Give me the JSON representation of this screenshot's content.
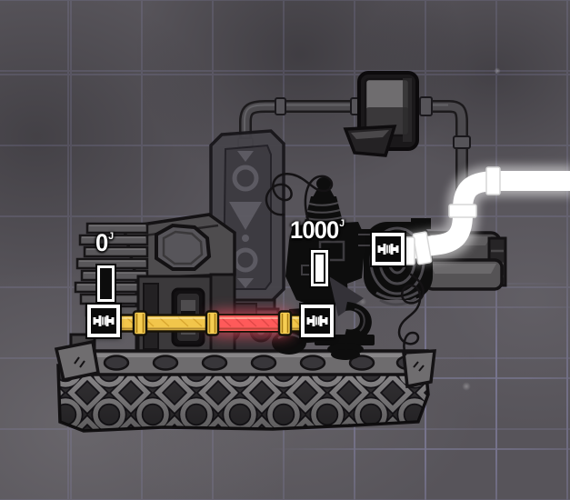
{
  "hud": {
    "valve_left": {
      "flow": "0",
      "unit_mark": "J",
      "meter_fill_percent": 0
    },
    "valve_right": {
      "flow": "1000",
      "unit_mark": "J",
      "meter_fill_percent": 100
    }
  },
  "icons": {
    "valve_port_glyph": "pipe-coupling",
    "valve_ports": [
      "valve-port-icon-left",
      "valve-port-icon-center",
      "valve-port-icon-right"
    ]
  },
  "colors": {
    "background": "#57545a",
    "grid_line": "#9a98c8",
    "pipe_liquid": "#f2c64b",
    "pipe_blocked": "#ff5a5a",
    "pipe_blocked_glow": "#ff4f66",
    "pipe_insulated": "#ffffff",
    "machine_silhouette": "#0d0d0d",
    "hud_frame": "#ffffff"
  }
}
